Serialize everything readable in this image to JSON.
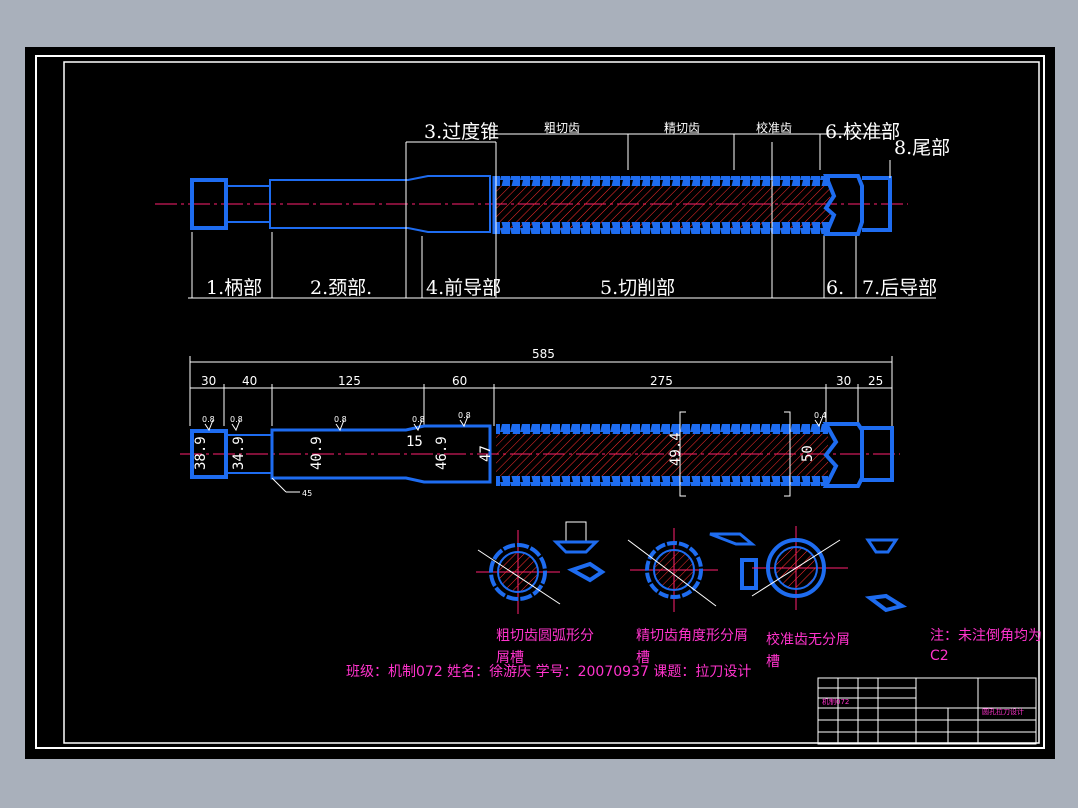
{
  "drawing": {
    "part_labels": {
      "handle": "1.柄部",
      "neck": "2.颈部.",
      "transition_cone": "3.过度锥",
      "front_guide": "4.前导部",
      "cutting": "5.切削部",
      "calibration_top": "6.校准部",
      "calibration_bottom": "6.",
      "rear_guide": "7.后导部",
      "tail": "8.尾部"
    },
    "tooth_labels": {
      "rough": "粗切齿",
      "fine": "精切齿",
      "calibrate": "校准齿"
    },
    "dimensions": {
      "overall": "585",
      "segments": [
        "30",
        "40",
        "125",
        "60",
        "275",
        "30",
        "25"
      ]
    },
    "diameters": {
      "d1": "38.9",
      "d2": "34.9",
      "d3": "40.9",
      "d4": "46.9",
      "d5": "47",
      "d6": "49.4",
      "d7": "50",
      "step": "15"
    },
    "roughness_marks": [
      "0.8",
      "0.8",
      "0.8",
      "0.8",
      "0.8",
      "0.4"
    ],
    "chamfer_note": "45",
    "section_captions": {
      "rough_top": "粗切齿圆弧形分",
      "rough_bottom": "屑槽",
      "fine_top": "精切齿角度形分屑",
      "fine_bottom": "槽",
      "calibrate_top": "校准齿无分屑",
      "calibrate_bottom": "槽"
    },
    "student_info": "班级：机制072 姓名：徐游庆  学号：20070937 课题：拉刀设计",
    "note_line1": "注：未注倒角均为",
    "note_line2": "C2",
    "title_block": {
      "name": "圆孔拉刀设计",
      "code": "机制072"
    }
  },
  "colors": {
    "background": "#000000",
    "outline": "#1e6cf0",
    "center_line": "#ff2070",
    "annotation": "#ff33cc",
    "dimension": "#ffffff",
    "hatch": "#ff2d2d"
  }
}
